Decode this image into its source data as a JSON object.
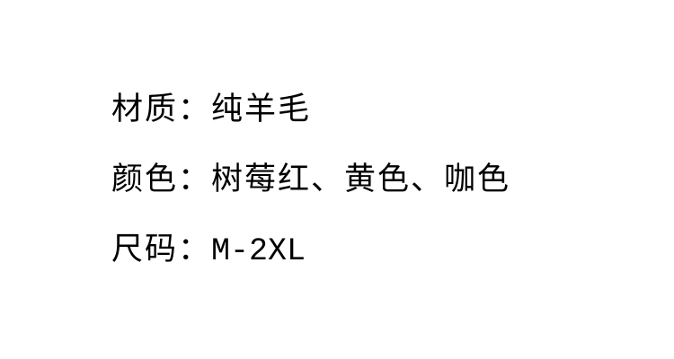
{
  "spec": {
    "material": {
      "label": "材质：",
      "value": "纯羊毛"
    },
    "color": {
      "label": "颜色：",
      "value": "树莓红、黄色、咖色"
    },
    "size": {
      "label": "尺码：",
      "value": "M-2XL"
    }
  },
  "colors": {
    "background": "#ffffff",
    "text": "#000000"
  }
}
